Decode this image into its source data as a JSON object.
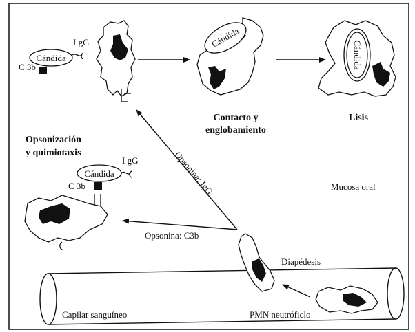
{
  "labels": {
    "candida": "Cándida",
    "igg": "I gG",
    "c3b": "C 3b",
    "contact_line1": "Contacto y",
    "contact_line2": "englobamiento",
    "lysis": "Lisis",
    "opsonization_line1": "Opsonización",
    "opsonization_line2": "y quimiotaxis",
    "opsonin_igg": "Opsonina: IgG",
    "opsonin_c3b": "Opsonina: C3b",
    "oral_mucosa": "Mucosa oral",
    "diapedesis": "Diapédesis",
    "neutrophil": "PMN neutróficlo",
    "capillary": "Capilar sanguíneo"
  }
}
